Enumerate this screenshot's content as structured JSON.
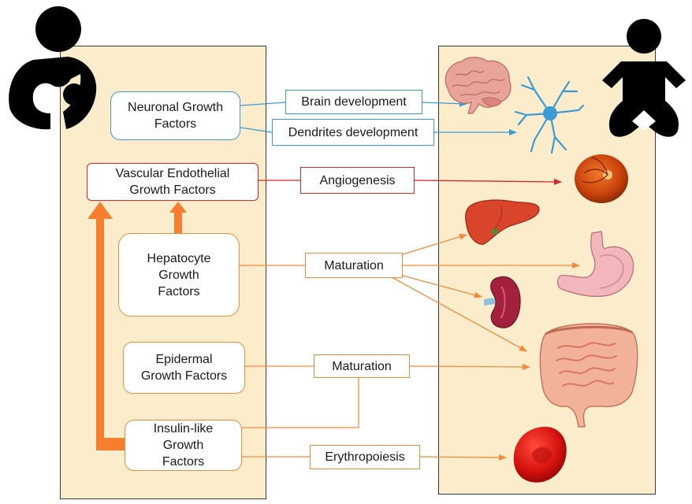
{
  "sources": {
    "neuronal": "Neuronal Growth\nFactors",
    "vascular": "Vascular Endothelial\nGrowth Factors",
    "hepatocyte": "Hepatocyte\nGrowth\nFactors",
    "epidermal": "Epidermal\nGrowth Factors",
    "insulin": "Insulin-like\nGrowth\nFactors"
  },
  "effects": {
    "brain": "Brain development",
    "dendrites": "Dendrites development",
    "angiogenesis": "Angiogenesis",
    "maturation_1": "Maturation",
    "maturation_2": "Maturation",
    "erythropoiesis": "Erythropoiesis"
  },
  "icons": {
    "mother": "breastfeeding-mother-icon",
    "baby": "baby-icon",
    "brain": "brain-icon",
    "neuron": "neuron-icon",
    "eye": "retina-icon",
    "liver": "liver-icon",
    "stomach": "stomach-icon",
    "kidney": "kidney-icon",
    "intestine": "intestine-icon",
    "rbc": "red-blood-cell-icon"
  },
  "colors": {
    "panel": "#fbeccb",
    "blue": "#3a9bd5",
    "red": "#d6252b",
    "orange": "#f08c3c",
    "thick_orange": "#f57f2e"
  }
}
